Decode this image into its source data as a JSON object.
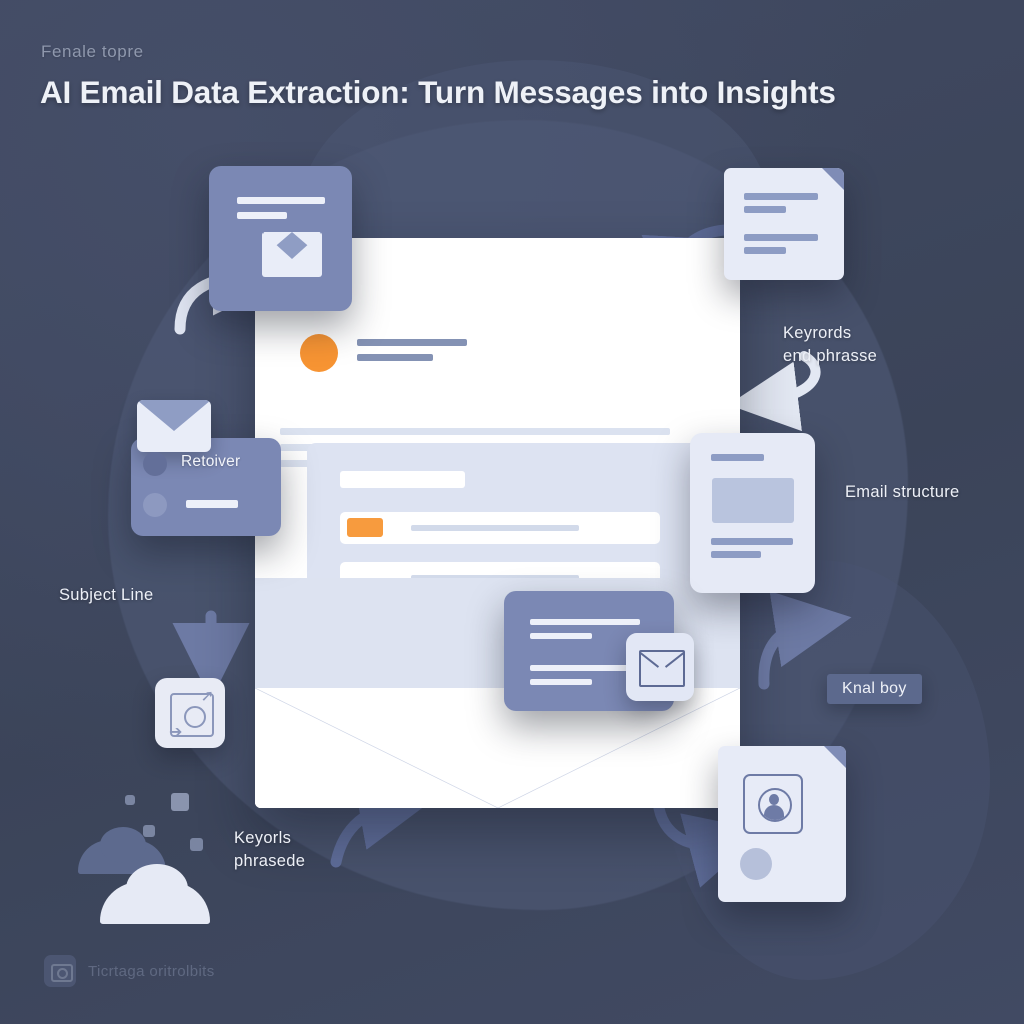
{
  "header": {
    "eyebrow": "Fenale topre",
    "title": "AI Email Data Extraction: Turn Messages into Insights"
  },
  "annotations": {
    "keywords_right": "Keyrords\nend phrasse",
    "email_structure": "Email structure",
    "subject_line": "Subject Line",
    "keywords_left": "Keyorls\nphrasede",
    "mail_body_badge": "Knal boy",
    "receiver": "Retoiver"
  },
  "cards": {
    "inbox": {
      "name": "inbox-envelope-card",
      "icon": "envelope-icon"
    },
    "document_top": {
      "name": "document-lines-card",
      "icon": "document-icon"
    },
    "receiver": {
      "name": "receiver-contact-card",
      "icon": "envelope-icon"
    },
    "structure": {
      "name": "email-structure-card",
      "icon": "document-image-icon"
    },
    "message": {
      "name": "message-lines-card",
      "icon": "envelope-outline-icon"
    },
    "profile": {
      "name": "profile-document-card",
      "icon": "person-icon"
    },
    "scan_chip": {
      "name": "scan-expand-chip",
      "icon": "scan-icon"
    }
  },
  "email_panel": {
    "name": "central-email-panel",
    "avatar_color": "#f79433",
    "tag_color": "#f79b3e",
    "rows": 2,
    "body_lines": 3
  },
  "colors": {
    "background": "#3e475f",
    "blob": "#515c79",
    "card_dark": "#7b88b4",
    "card_light": "#e6eaf6",
    "accent_orange": "#f79433",
    "text_light": "#eef1f7",
    "badge_bg": "#5c698d"
  },
  "watermark": {
    "text": "Ticrtaga oritrolbits",
    "icon": "camera-icon"
  }
}
